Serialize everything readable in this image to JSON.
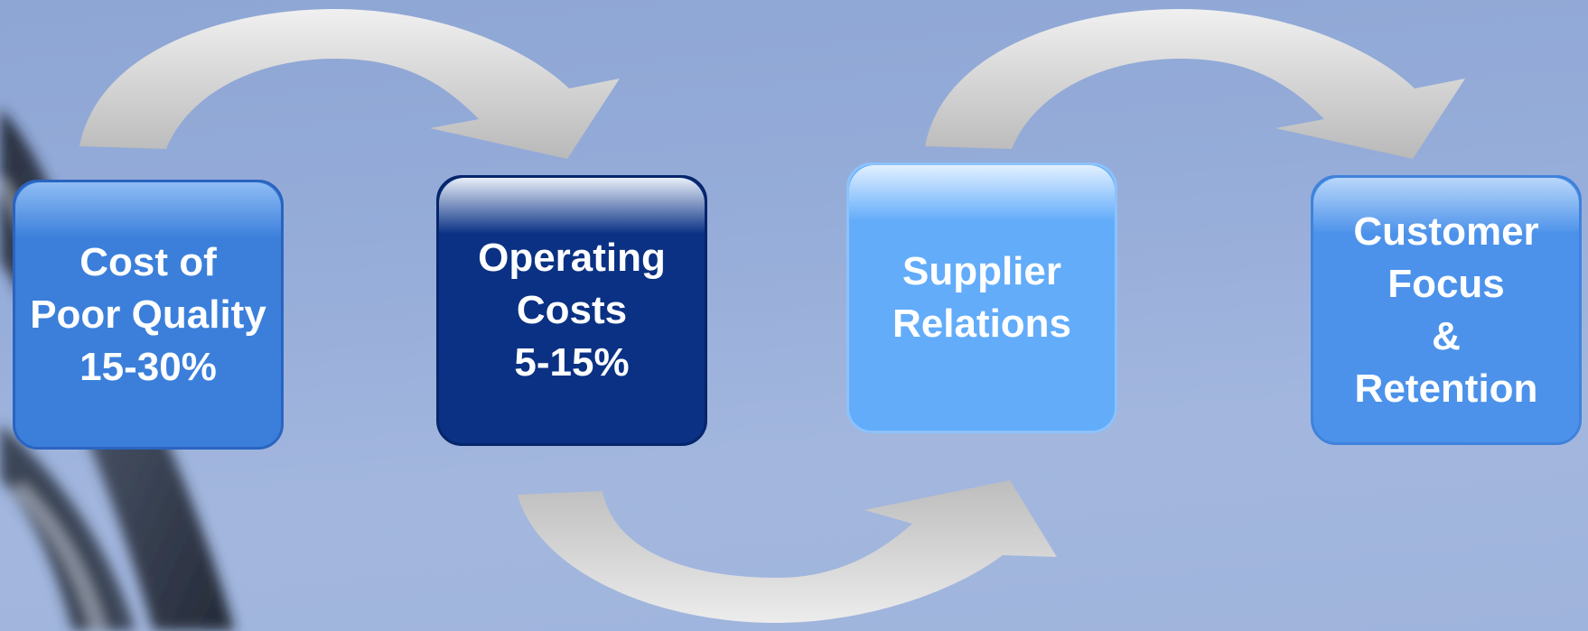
{
  "diagram": {
    "nodes": [
      {
        "id": "cost-of-poor-quality",
        "label": "Cost of\nPoor Quality\n15-30%",
        "color": "#3b7fdb"
      },
      {
        "id": "operating-costs",
        "label": "Operating\nCosts\n5-15%",
        "color": "#0a3184"
      },
      {
        "id": "supplier-relations",
        "label": "Supplier\nRelations",
        "color": "#62acfa"
      },
      {
        "id": "customer-focus",
        "label": "Customer\nFocus\n&\nRetention",
        "color": "#4c92ea"
      }
    ],
    "connectors": [
      {
        "from": "cost-of-poor-quality",
        "to": "operating-costs",
        "style": "curved-arrow-over"
      },
      {
        "from": "operating-costs",
        "to": "supplier-relations",
        "style": "curved-arrow-under"
      },
      {
        "from": "supplier-relations",
        "to": "customer-focus",
        "style": "curved-arrow-over"
      }
    ],
    "arrow_color": "#d0d0d0",
    "background_color": "#96acd9"
  }
}
